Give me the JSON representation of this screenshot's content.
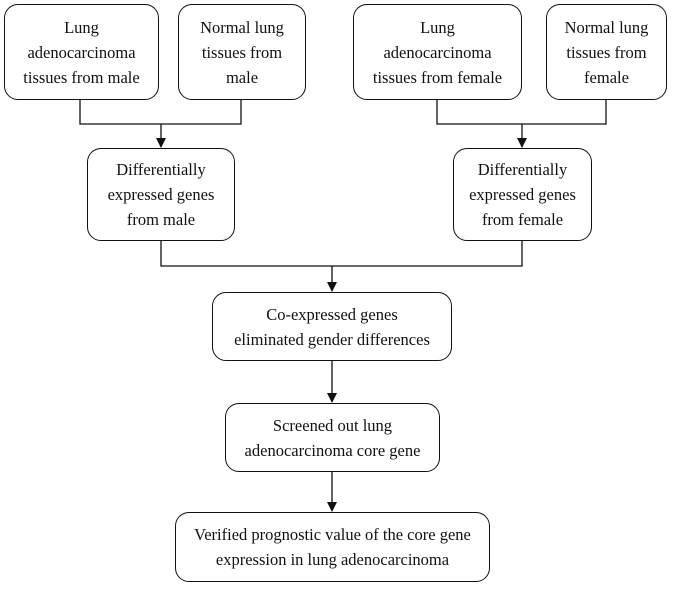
{
  "nodes": {
    "male_tumor": "Lung\nadenocarcinoma\ntissues from male",
    "male_normal": "Normal lung\ntissues from\nmale",
    "female_tumor": "Lung\nadenocarcinoma\ntissues from female",
    "female_normal": "Normal lung\ntissues from\nfemale",
    "deg_male": "Differentially\nexpressed genes\nfrom male",
    "deg_female": "Differentially\nexpressed genes\nfrom female",
    "coexpressed": "Co-expressed genes\neliminated gender differences",
    "core_gene": "Screened out lung\nadenocarcinoma core gene",
    "prognostic": "Verified prognostic value of the core gene\nexpression in lung adenocarcinoma"
  }
}
